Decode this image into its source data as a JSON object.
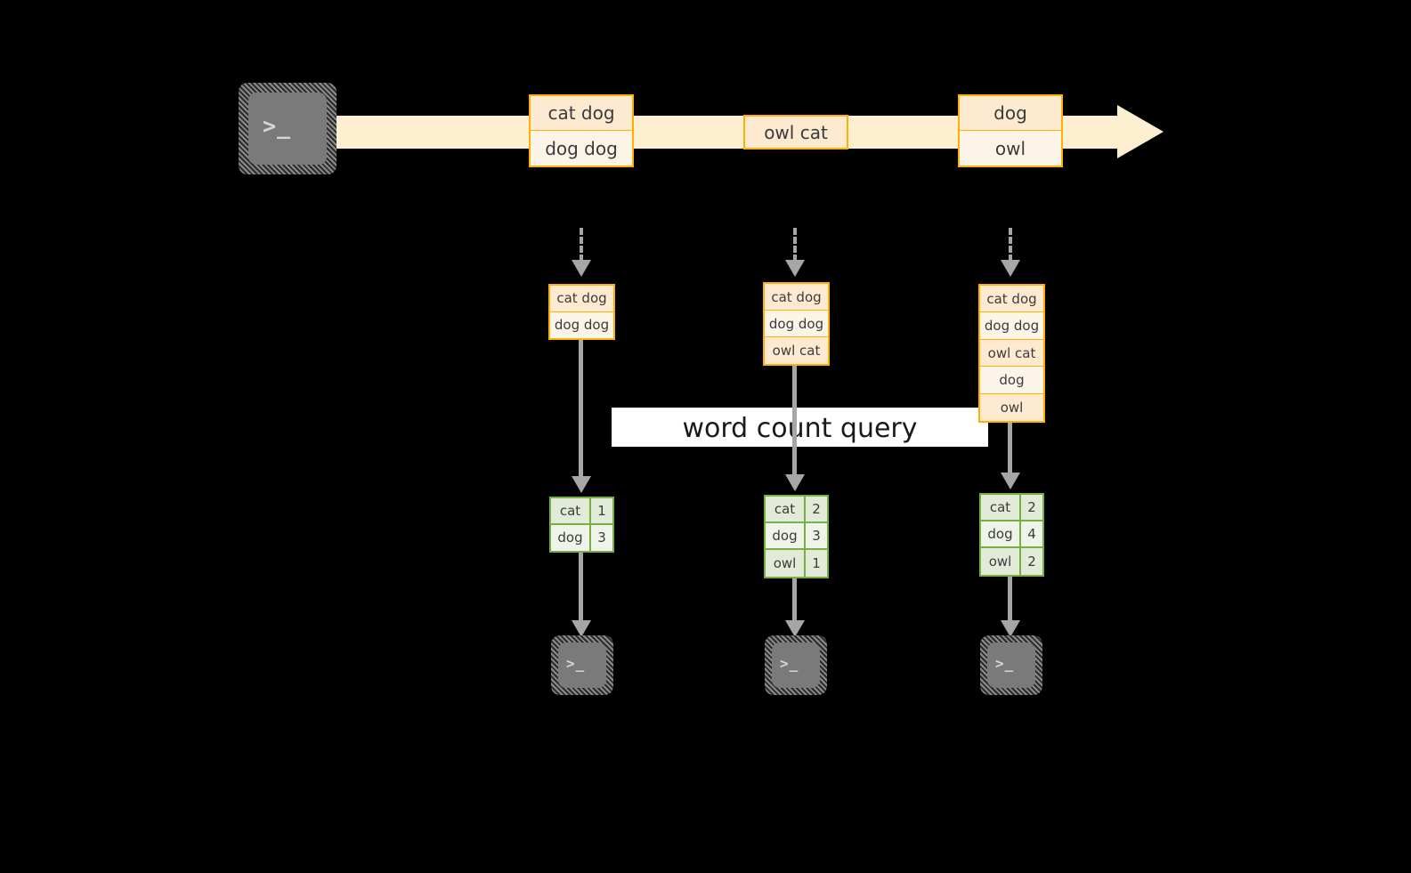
{
  "diagram": {
    "title": "word count query stream diagram",
    "colors": {
      "background": "#000000",
      "stream_band": "#fdefd0",
      "message_border": "#ffb000",
      "message_fill_dark": "#fdead1",
      "message_fill_light": "#fdf4e8",
      "result_border": "#76b043",
      "result_fill_dark": "#e2ebd8",
      "result_fill_light": "#eff4ea",
      "connector": "#a6a6a6",
      "label_band": "#ffffff",
      "terminal_face": "#7a7a7a"
    }
  },
  "source": {
    "icon": "terminal-icon",
    "prompt_glyph": ">_"
  },
  "stream": {
    "events": [
      {
        "id": "event-1",
        "lines": [
          "cat dog",
          "dog dog"
        ]
      },
      {
        "id": "event-2",
        "lines": [
          "owl cat"
        ]
      },
      {
        "id": "event-3",
        "lines": [
          "dog",
          "owl"
        ]
      }
    ]
  },
  "query": {
    "label": "word count query"
  },
  "snapshots": [
    {
      "id": "snapshot-1",
      "input_lines": [
        "cat dog",
        "dog dog"
      ],
      "results": [
        {
          "word": "cat",
          "count": "1"
        },
        {
          "word": "dog",
          "count": "3"
        }
      ],
      "sink_icon": "terminal-icon",
      "sink_glyph": ">_"
    },
    {
      "id": "snapshot-2",
      "input_lines": [
        "cat dog",
        "dog dog",
        "owl cat"
      ],
      "results": [
        {
          "word": "cat",
          "count": "2"
        },
        {
          "word": "dog",
          "count": "3"
        },
        {
          "word": "owl",
          "count": "1"
        }
      ],
      "sink_icon": "terminal-icon",
      "sink_glyph": ">_"
    },
    {
      "id": "snapshot-3",
      "input_lines": [
        "cat dog",
        "dog dog",
        "owl cat",
        "dog",
        "owl"
      ],
      "results": [
        {
          "word": "cat",
          "count": "2"
        },
        {
          "word": "dog",
          "count": "4"
        },
        {
          "word": "owl",
          "count": "2"
        }
      ],
      "sink_icon": "terminal-icon",
      "sink_glyph": ">_"
    }
  ]
}
